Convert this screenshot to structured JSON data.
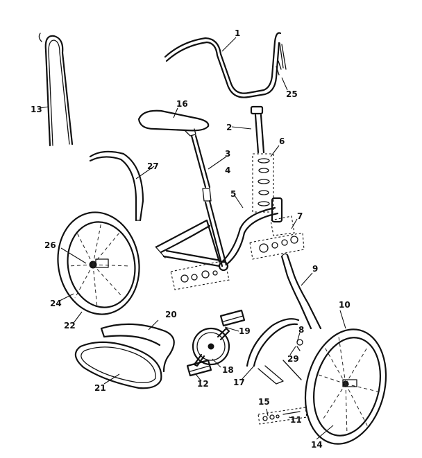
{
  "callouts": [
    {
      "id": "c1",
      "text": "1"
    },
    {
      "id": "c2",
      "text": "2"
    },
    {
      "id": "c3",
      "text": "3"
    },
    {
      "id": "c4",
      "text": "4"
    },
    {
      "id": "c5",
      "text": "5"
    },
    {
      "id": "c6",
      "text": "6"
    },
    {
      "id": "c7",
      "text": "7"
    },
    {
      "id": "c8",
      "text": "8"
    },
    {
      "id": "c9",
      "text": "9"
    },
    {
      "id": "c10",
      "text": "10"
    },
    {
      "id": "c11",
      "text": "11"
    },
    {
      "id": "c12",
      "text": "12"
    },
    {
      "id": "c13",
      "text": "13"
    },
    {
      "id": "c14",
      "text": "14"
    },
    {
      "id": "c15",
      "text": "15"
    },
    {
      "id": "c16",
      "text": "16"
    },
    {
      "id": "c17",
      "text": "17"
    },
    {
      "id": "c18",
      "text": "18"
    },
    {
      "id": "c19",
      "text": "19"
    },
    {
      "id": "c20",
      "text": "20"
    },
    {
      "id": "c21",
      "text": "21"
    },
    {
      "id": "c22",
      "text": "22"
    },
    {
      "id": "c24",
      "text": "24"
    },
    {
      "id": "c25",
      "text": "25"
    },
    {
      "id": "c26",
      "text": "26"
    },
    {
      "id": "c27",
      "text": "27"
    },
    {
      "id": "c29",
      "text": "29"
    }
  ]
}
